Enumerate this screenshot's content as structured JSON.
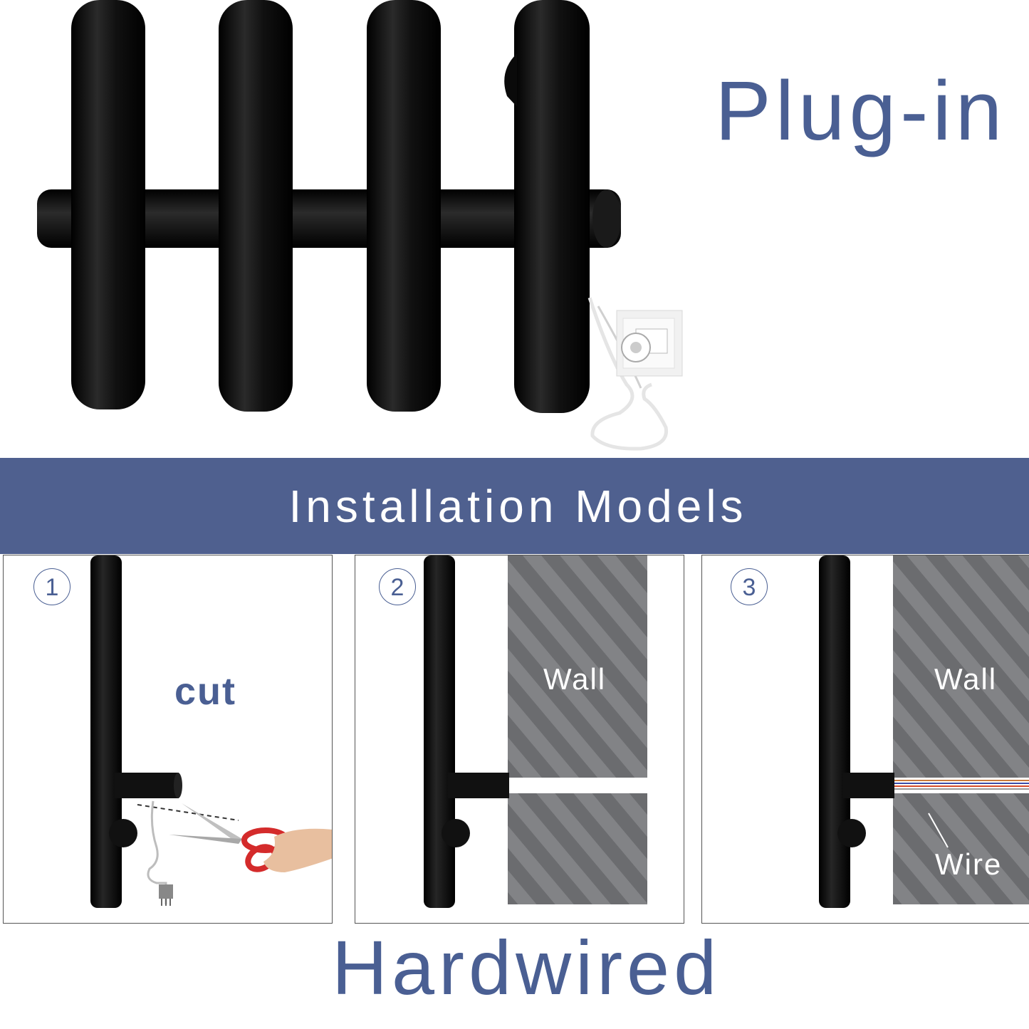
{
  "titles": {
    "plug_in": "Plug-in",
    "banner": "Installation Models",
    "hardwired": "Hardwired"
  },
  "steps": [
    {
      "number": "1",
      "label": "cut"
    },
    {
      "number": "2",
      "wall": "Wall"
    },
    {
      "number": "3",
      "wall": "Wall",
      "wire": "Wire"
    }
  ],
  "colors": {
    "accent": "#4a5f93",
    "banner": "#4f608f",
    "rail": "#111111",
    "wall": "#7e7f82",
    "wall_stripe": "#6a6b6e",
    "scissors": "#d42b2b"
  },
  "icons": [
    "scissors-icon",
    "plug-icon",
    "wall-socket-icon",
    "power-cord-icon"
  ]
}
